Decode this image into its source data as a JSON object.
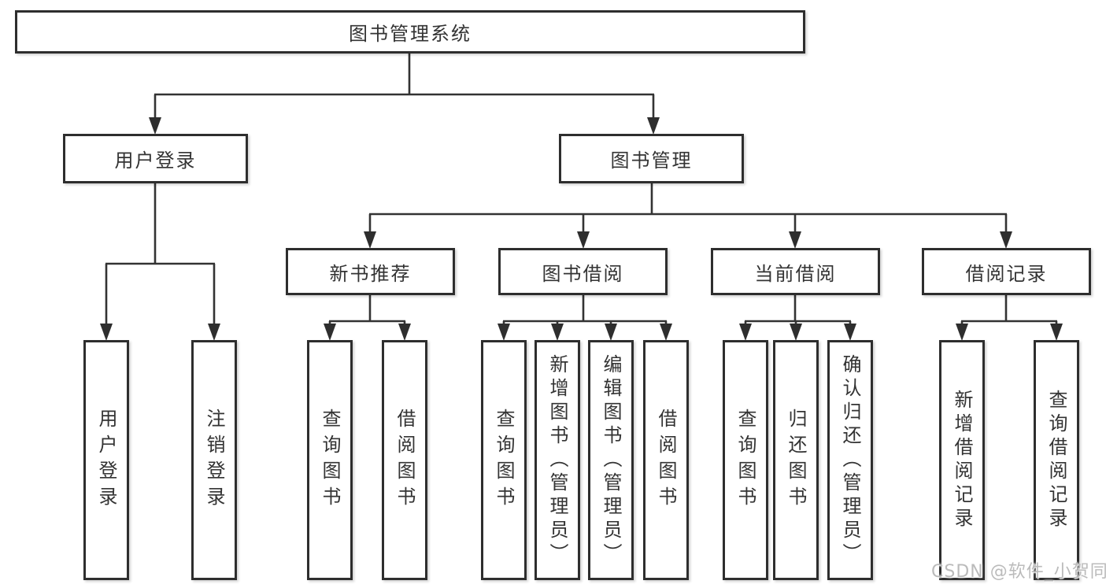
{
  "diagram_type": "hierarchy-functional-structure",
  "colors": {
    "background": "#ffffff",
    "line": "#333333",
    "box_border": "#2e2e2e",
    "text": "#333333",
    "watermark": "#b4b4b4"
  },
  "nodes": {
    "root": "图书管理系统",
    "user_login": "用户登录",
    "book_mgmt": "图书管理",
    "new_book_rec": "新书推荐",
    "book_borrow": "图书借阅",
    "current_borrow": "当前借阅",
    "borrow_records": "借阅记录",
    "leaf_user_login": "用户登录",
    "leaf_logout": "注销登录",
    "leaf_query_book_1": "查询图书",
    "leaf_borrow_book_1": "借阅图书",
    "leaf_query_book_2": "查询图书",
    "leaf_add_book": "新增图书（管理员）",
    "leaf_edit_book": "编辑图书（管理员）",
    "leaf_borrow_book_2": "借阅图书",
    "leaf_query_book_3": "查询图书",
    "leaf_return_book": "归还图书",
    "leaf_confirm_return": "确认归还（管理员）",
    "leaf_add_record": "新增借阅记录",
    "leaf_query_record": "查询借阅记录"
  },
  "hierarchy": {
    "图书管理系统": {
      "用户登录": [
        "用户登录",
        "注销登录"
      ],
      "图书管理": {
        "新书推荐": [
          "查询图书",
          "借阅图书"
        ],
        "图书借阅": [
          "查询图书",
          "新增图书（管理员）",
          "编辑图书（管理员）",
          "借阅图书"
        ],
        "当前借阅": [
          "查询图书",
          "归还图书",
          "确认归还（管理员）"
        ],
        "借阅记录": [
          "新增借阅记录",
          "查询借阅记录"
        ]
      }
    }
  },
  "watermark": "CSDN @软件_小贺同学"
}
